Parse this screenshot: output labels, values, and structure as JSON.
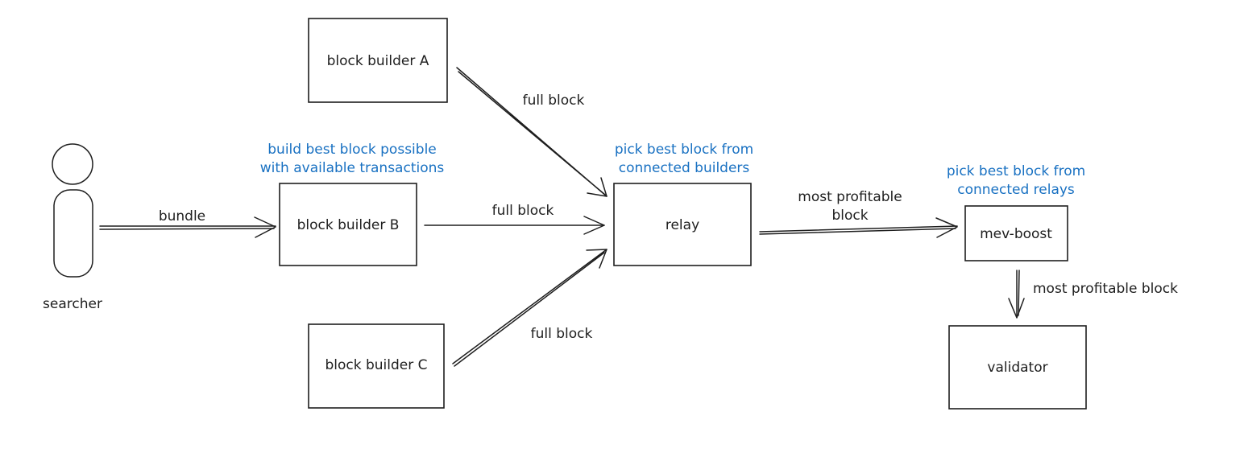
{
  "actor": {
    "label": "searcher"
  },
  "nodes": {
    "builder_a": "block builder A",
    "builder_b": "block builder B",
    "builder_c": "block builder C",
    "relay": "relay",
    "mev_boost": "mev-boost",
    "validator": "validator"
  },
  "notes": {
    "builder_b": [
      "build best block possible",
      "with available transactions"
    ],
    "relay": [
      "pick best block from",
      "connected builders"
    ],
    "mev_boost": [
      "pick best block from",
      "connected relays"
    ]
  },
  "edges": {
    "bundle": "bundle",
    "a_to_relay": "full block",
    "b_to_relay": "full block",
    "c_to_relay": "full block",
    "relay_to_mevboost": [
      "most profitable",
      "block"
    ],
    "mevboost_to_validator": "most profitable block"
  },
  "colors": {
    "ink": "#1e1e1e",
    "note": "#1971c2",
    "background": "#ffffff"
  }
}
